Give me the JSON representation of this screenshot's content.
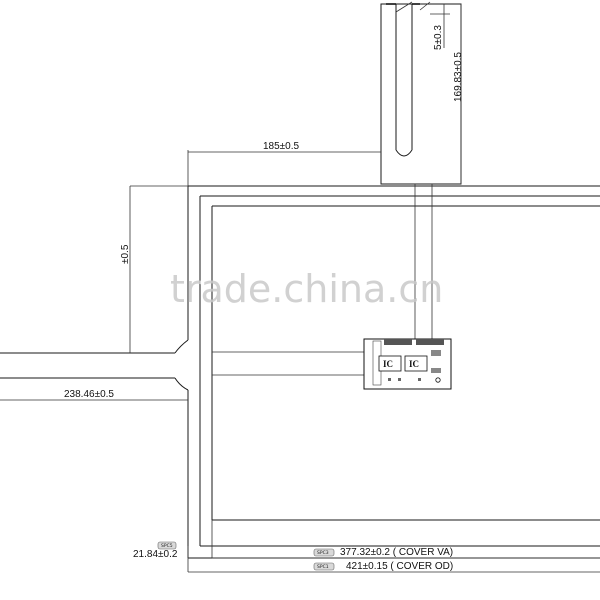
{
  "dimensions": {
    "tail_top": "5±0.3",
    "tail_length": "169.83±0.5",
    "tail_offset": "185±0.5",
    "left_tail_offset": "±0.5",
    "left_tail_length": "238.46±0.5",
    "border": "21.84±0.2",
    "cover_va": "377.32±0.2 ( COVER VA)",
    "cover_od": "421±0.15 ( COVER OD)"
  },
  "callouts": {
    "spc1": "SPC1",
    "spc3": "SPC3",
    "spc5": "SPC5"
  },
  "ic_labels": [
    "IC",
    "IC"
  ],
  "watermark": "trade.china.cn"
}
